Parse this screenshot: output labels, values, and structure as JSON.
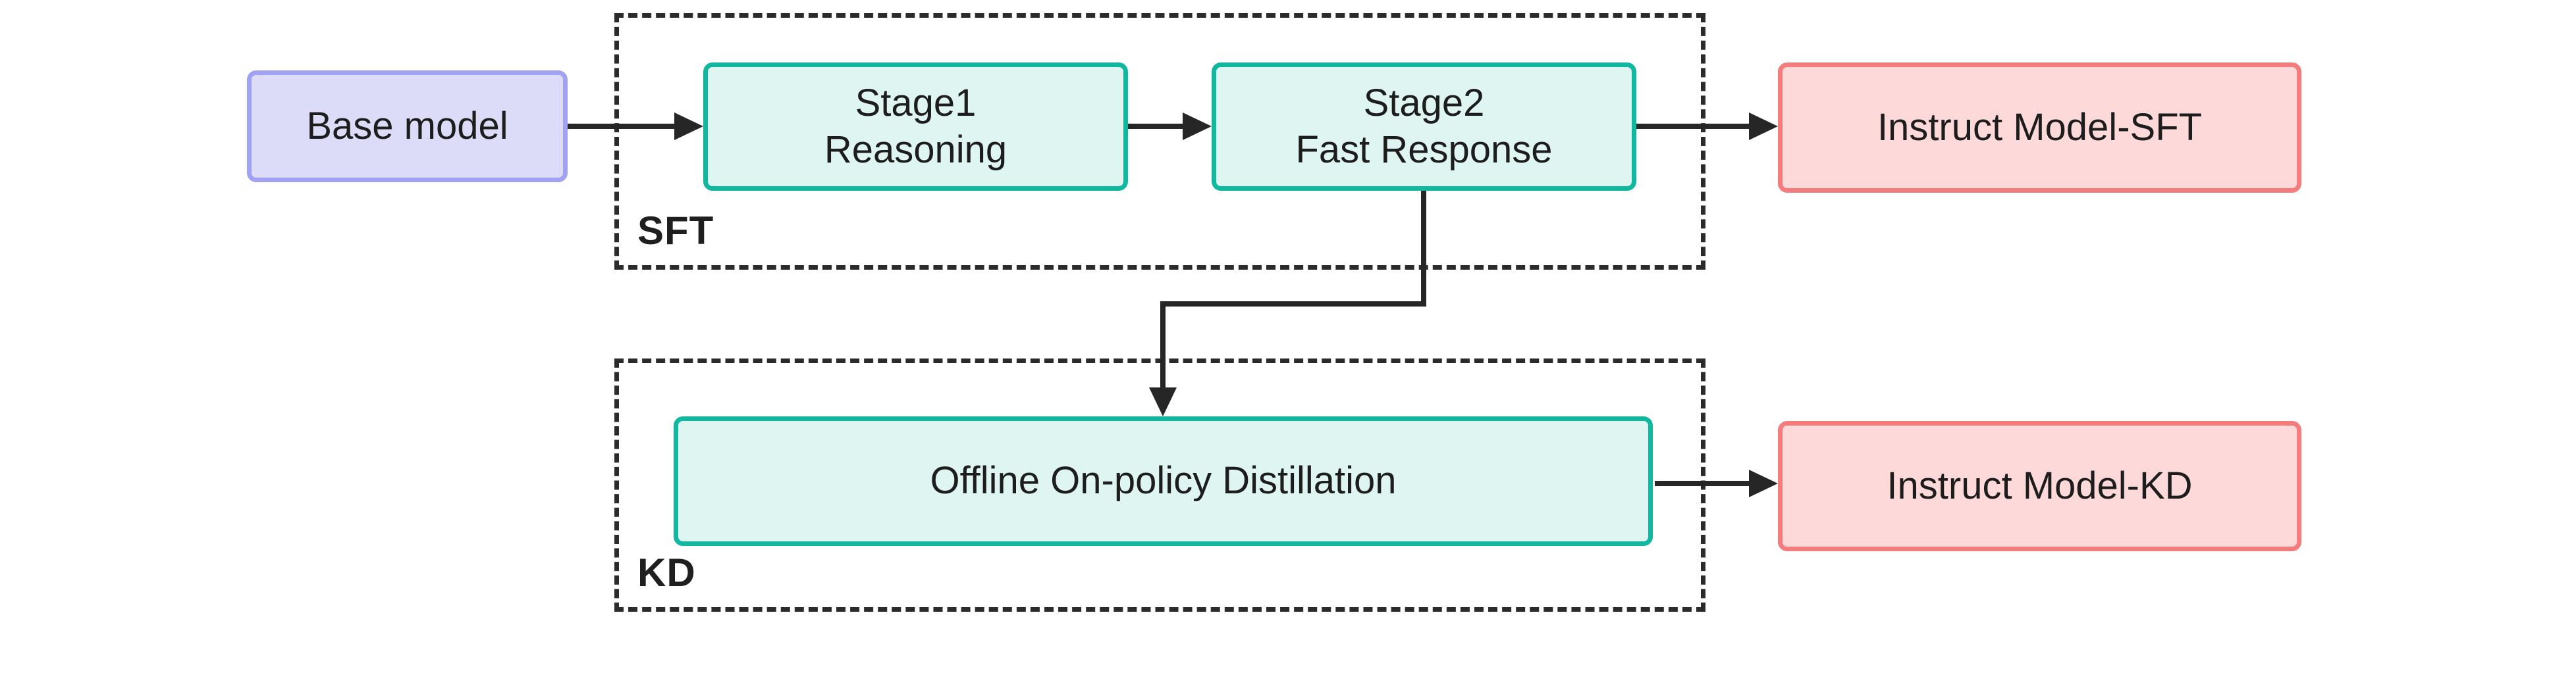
{
  "diagram": {
    "nodes": {
      "base_model": {
        "label": "Base model",
        "fill": "#dcdcf8",
        "border": "#a2a2f2"
      },
      "stage1": {
        "line1": "Stage1",
        "line2": "Reasoning",
        "fill": "#dff5f1",
        "border": "#10b8a0"
      },
      "stage2": {
        "line1": "Stage2",
        "line2": "Fast Response",
        "fill": "#dff5f1",
        "border": "#10b8a0"
      },
      "instruct_sft": {
        "label": "Instruct Model-SFT",
        "fill": "#fed9d9",
        "border": "#f47c7c"
      },
      "offline_distillation": {
        "label": "Offline On-policy Distillation",
        "fill": "#dff5f1",
        "border": "#10b8a0"
      },
      "instruct_kd": {
        "label": "Instruct Model-KD",
        "fill": "#fed9d9",
        "border": "#f47c7c"
      }
    },
    "groups": {
      "sft": {
        "label": "SFT"
      },
      "kd": {
        "label": "KD"
      }
    },
    "edges": [
      {
        "from": "base_model",
        "to": "stage1"
      },
      {
        "from": "stage1",
        "to": "stage2"
      },
      {
        "from": "stage2",
        "to": "instruct_sft"
      },
      {
        "from": "stage2",
        "to": "offline_distillation"
      },
      {
        "from": "offline_distillation",
        "to": "instruct_kd"
      }
    ],
    "colors": {
      "arrow": "#262626",
      "group_border": "#2b2b2b",
      "text": "#1d1d1d",
      "background": "#ffffff"
    }
  }
}
